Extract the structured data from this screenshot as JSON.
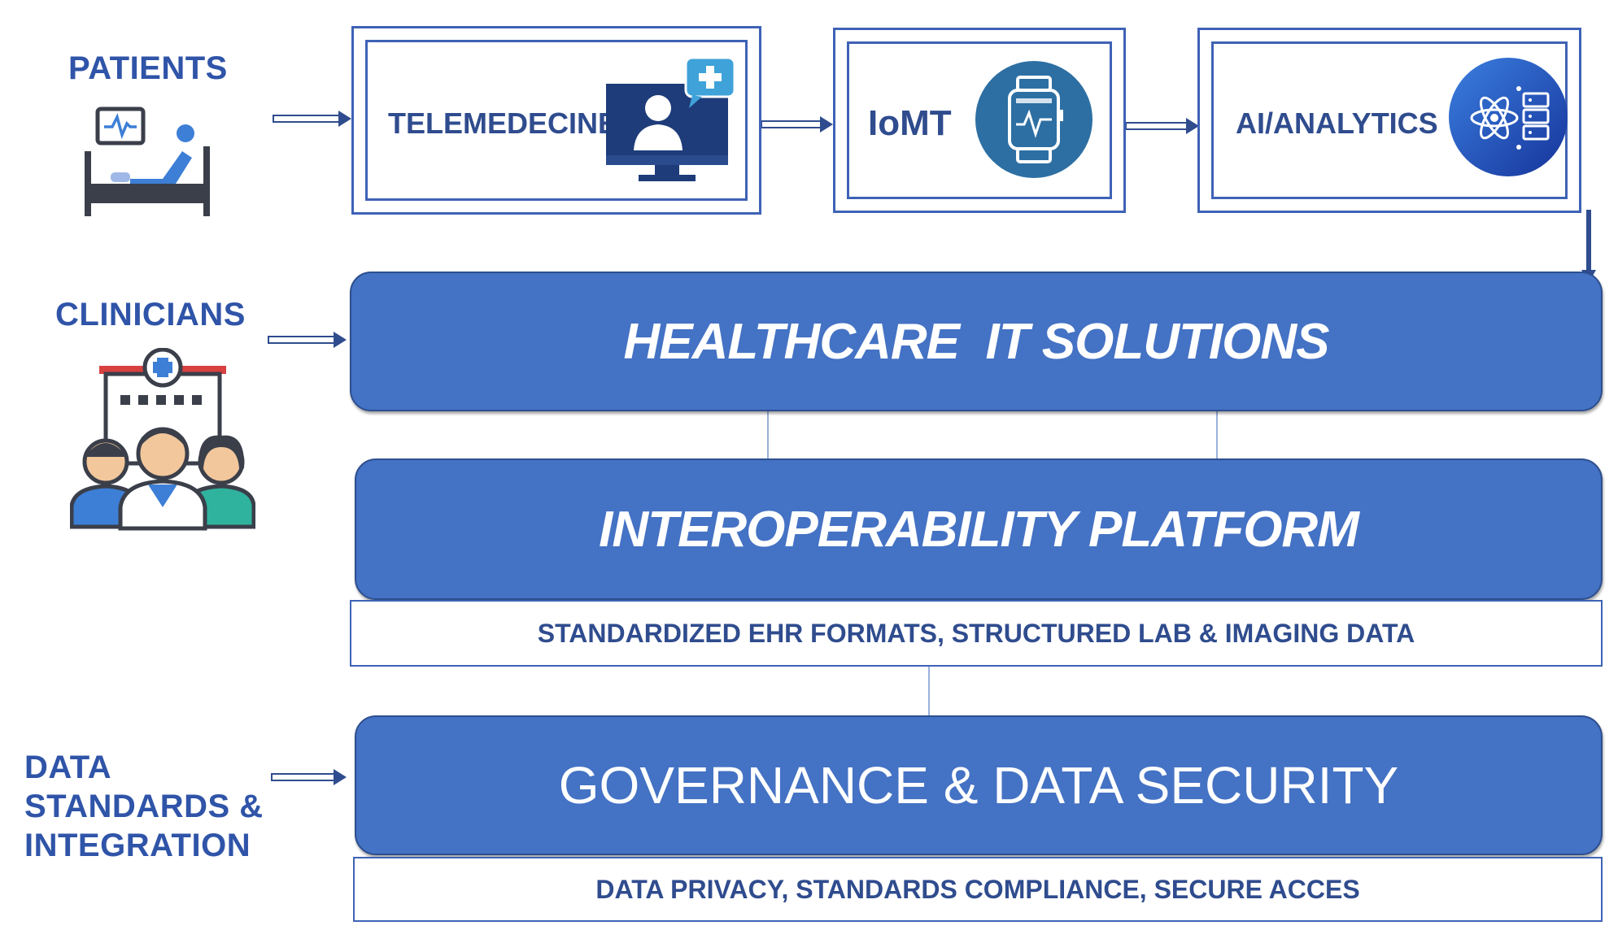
{
  "actors": {
    "patients": "PATIENTS",
    "clinicians": "CLINICIANS",
    "data_standards": [
      "DATA",
      "STANDARDS &",
      "INTEGRATION"
    ]
  },
  "top_row": {
    "telemedicine": "TELEMEDECINE",
    "iomt": "IoMT",
    "ai_analytics": "AI/ANALYTICS"
  },
  "layers": {
    "healthcare_it": "HEALTHCARE  IT SOLUTIONS",
    "interoperability": "INTEROPERABILITY PLATFORM",
    "interoperability_detail": "STANDARDIZED EHR FORMATS, STRUCTURED LAB & IMAGING DATA",
    "governance": "GOVERNANCE & DATA SECURITY",
    "governance_detail": "DATA PRIVACY, STANDARDS COMPLIANCE, SECURE ACCES"
  },
  "colors": {
    "bar_fill": "#4472c4",
    "label_blue": "#2f54a8",
    "frame_blue": "#3e62b6"
  },
  "icons": {
    "patients": "hospital-bed-monitor-icon",
    "telemedicine": "computer-doctor-icon",
    "iomt": "smartwatch-icon",
    "ai": "atom-server-icon",
    "clinicians": "hospital-staff-icon"
  }
}
